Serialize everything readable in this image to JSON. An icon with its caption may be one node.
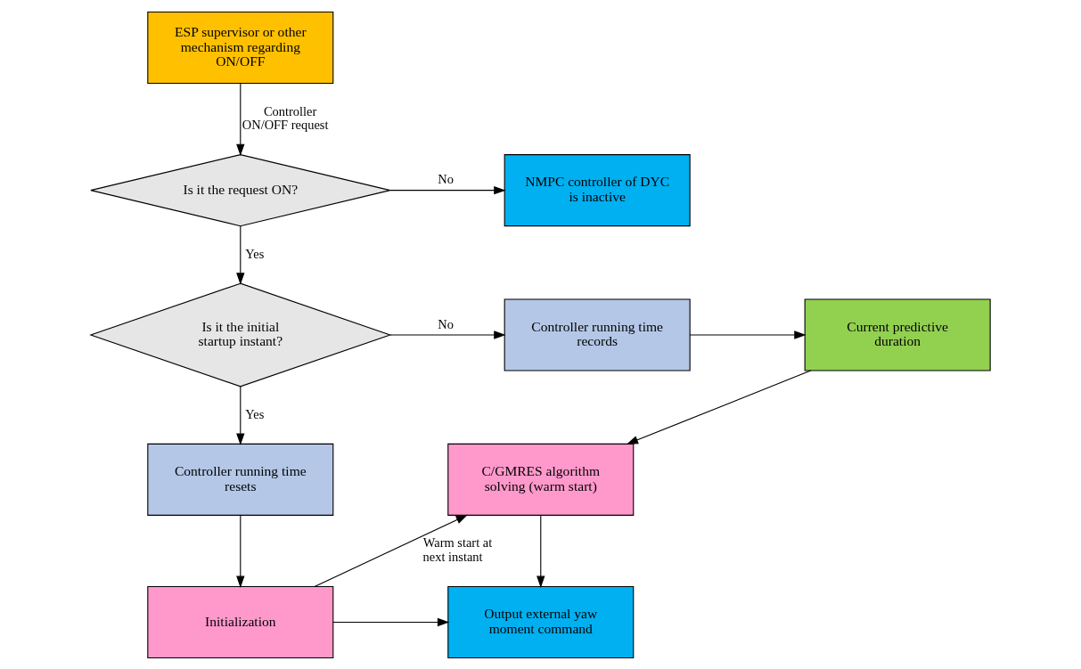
{
  "diagram": {
    "nodes": [
      {
        "text": [
          "ESP supervisor or other mechanism regarding ON/OFF"
        ]
      },
      {
        "text": [
          "Is it the request ON?"
        ]
      },
      {
        "text": [
          "NMPC controller of DYC is inactive"
        ]
      },
      {
        "text": [
          "Is it the initial startup instant?"
        ]
      },
      {
        "text": [
          "Controller running time records"
        ]
      },
      {
        "text": [
          "Current predictive duration"
        ]
      },
      {
        "text": [
          "Controller running time resets"
        ]
      },
      {
        "text": [
          "C/GMRES algorithm solving (warm start)"
        ]
      },
      {
        "text": [
          "Initialization"
        ]
      },
      {
        "text": [
          "Output external yaw moment command"
        ]
      }
    ],
    "edges": [
      {
        "from": 0,
        "to": 1,
        "arrow": "to",
        "label": "Controller ON/OFF request"
      },
      {
        "from": 1,
        "to": 2,
        "arrow": "to",
        "label": "No"
      },
      {
        "from": 1,
        "to": 3,
        "arrow": "to",
        "label": "Yes"
      },
      {
        "from": 3,
        "to": 4,
        "arrow": "to",
        "label": "No"
      },
      {
        "from": 4,
        "to": 5,
        "arrow": "to"
      },
      {
        "from": 3,
        "to": 6,
        "arrow": "to",
        "label": "Yes"
      },
      {
        "from": 5,
        "to": 7,
        "arrow": "to"
      },
      {
        "from": 6,
        "to": 8,
        "arrow": "to"
      },
      {
        "from": 8,
        "to": 7,
        "arrow": "to",
        "label": "Warm start at next instant"
      },
      {
        "from": 7,
        "to": 9,
        "arrow": "to"
      },
      {
        "from": 8,
        "to": 9,
        "arrow": "to"
      }
    ]
  }
}
